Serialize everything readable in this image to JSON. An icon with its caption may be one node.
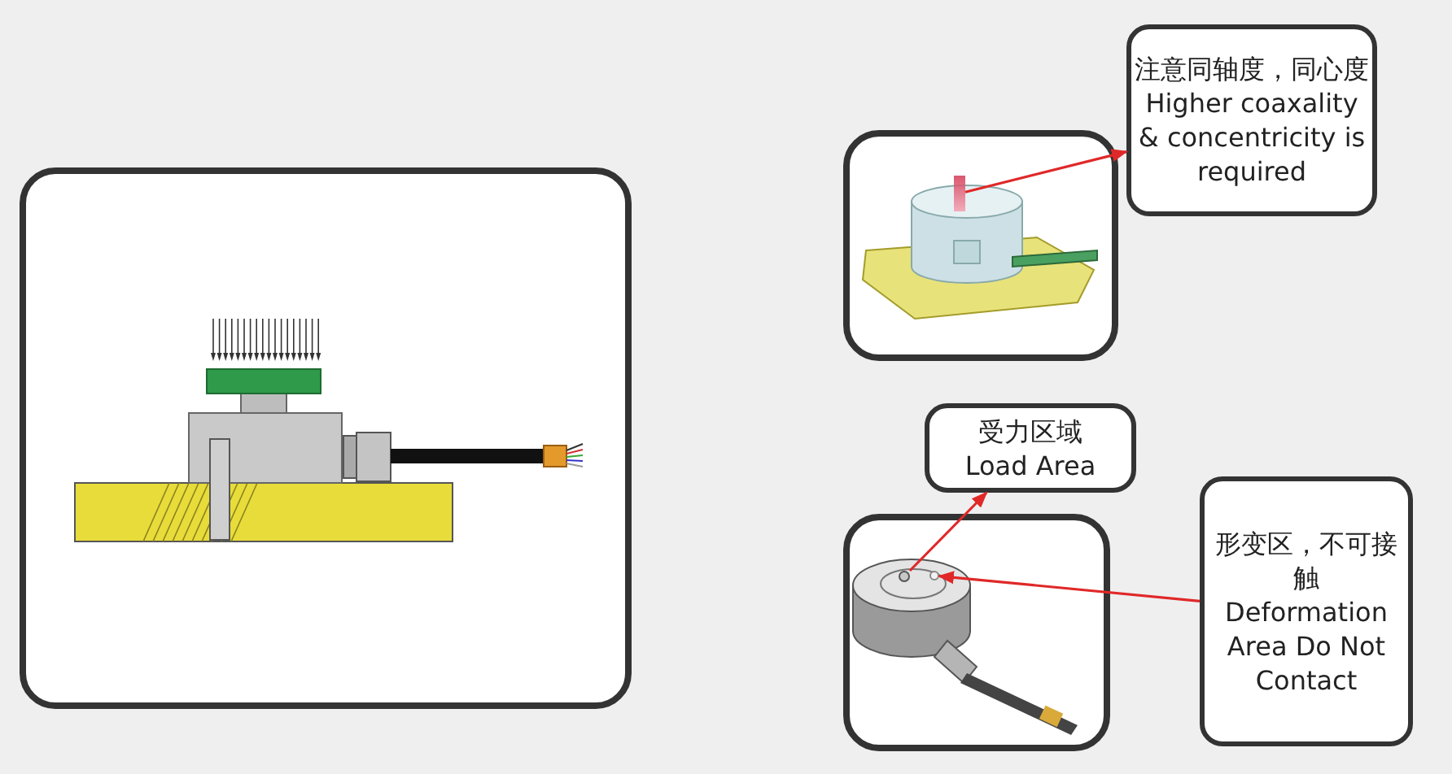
{
  "diagram": {
    "nodes": [
      {
        "text": [],
        "shape": "picture"
      },
      {
        "text": [],
        "shape": "picture"
      },
      {
        "text": [],
        "shape": "bar",
        "in": 1
      },
      {
        "text": [
          "注意同轴度，同心度",
          "Higher coaxality & concentricity is required"
        ]
      },
      {
        "text": [],
        "shape": "picture"
      },
      {
        "text": [],
        "shape": "circle",
        "in": 4
      },
      {
        "text": [],
        "shape": "circle",
        "in": 4
      },
      {
        "text": [
          "受力区域",
          "Load Area"
        ]
      },
      {
        "text": [
          "形变区，不可接触",
          "Deformation Area Do Not Contact"
        ]
      }
    ],
    "edges": [
      {
        "from": 2,
        "to": 3,
        "arrow": "to"
      },
      {
        "from": 5,
        "to": 7,
        "arrow": "to"
      },
      {
        "from": 8,
        "to": 6,
        "arrow": "to"
      }
    ]
  }
}
